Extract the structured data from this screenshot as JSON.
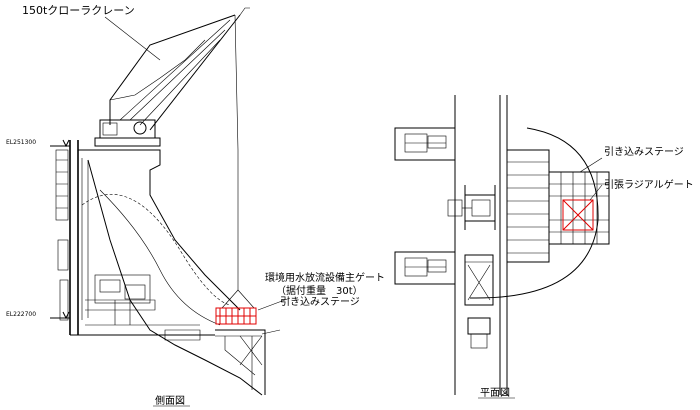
{
  "labels": {
    "crane": "150tクローラクレーン",
    "el_top": "EL251300",
    "el_bottom": "EL222700",
    "gate_line1": "環境用水放流設備主ゲート",
    "gate_line2": "（据付重量　30t）",
    "stage_side": "引き込みステージ",
    "stage_plan": "引き込みステージ",
    "radial_gate": "引張ラジアルゲート",
    "side_view": "側面図",
    "plan_view": "平面図"
  },
  "colors": {
    "line": "#000000",
    "highlight": "#e00000",
    "background": "#ffffff"
  }
}
